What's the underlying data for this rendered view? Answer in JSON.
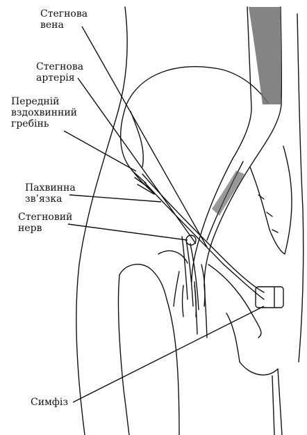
{
  "labels": {
    "femoral_vein": [
      "Стегнова",
      "вена"
    ],
    "femoral_artery": [
      "Стегнова",
      "артерія"
    ],
    "anterior_iliac_crest": [
      "Передній",
      "вздохвинний",
      "гребінь"
    ],
    "inguinal_ligament": [
      "Пахвинна",
      "зв’язка"
    ],
    "femoral_nerve": [
      "Стегновий",
      "нерв"
    ],
    "symphysis": [
      "Симфіз"
    ]
  },
  "colors": {
    "ink": "#111111",
    "background": "#ffffff",
    "shade": "#6e6e6e"
  }
}
